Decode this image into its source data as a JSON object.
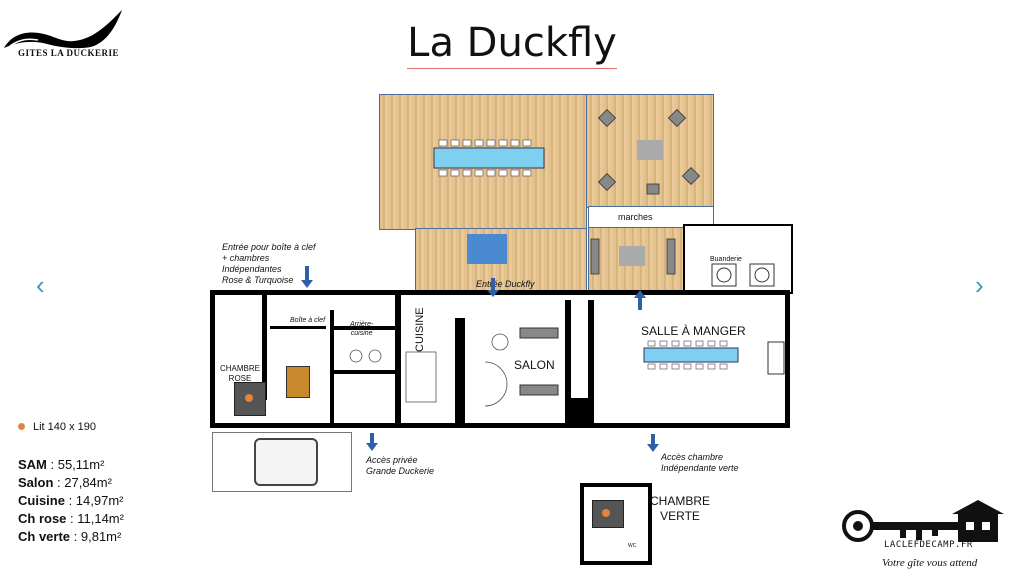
{
  "logo": {
    "text": "GITES LA DUCKERIE",
    "icon": "duck-logo-icon"
  },
  "title": "La Duckfly",
  "nav": {
    "prev": "‹",
    "next": "›"
  },
  "labels": {
    "entree_clef": "Entrée pour boîte à clef\n+ chambres\nIndépendantes\nRose & Turquoise",
    "entree_duckfly": "Entrée Duckfly",
    "boite_clef": "Boîte à clef",
    "arriere_cuisine": "Arrière-\ncuisine",
    "marches": "marches",
    "buanderie": "Buanderie",
    "chambre_rose": "CHAMBRE\nROSE",
    "cuisine": "CUISINE",
    "salon": "SALON",
    "salle_a_manger": "SALLE À MANGER",
    "acces_privee": "Accès privée\nGrande Duckerie",
    "acces_chambre": "Accès chambre\nIndépendante verte",
    "chambre_verte": "CHAMBRE\nVERTE",
    "wc": "WC"
  },
  "legend": {
    "text": "Lit 140 x 190",
    "color": "#e8823a"
  },
  "areas": [
    {
      "label": "SAM",
      "value": " : 55,11m²"
    },
    {
      "label": "Salon",
      "value": " : 27,84m²"
    },
    {
      "label": "Cuisine",
      "value": " : 14,97m²"
    },
    {
      "label": "Ch rose",
      "value": " : 11,14m²"
    },
    {
      "label": "Ch verte",
      "value": " : 9,81m²"
    }
  ],
  "brand": {
    "name": "LACLEFDECAMP.FR",
    "slogan": "Votre gîte vous attend",
    "icon": "key-house-logo-icon"
  },
  "colors": {
    "arrow": "#2f5fa8",
    "wood": "#dcb883",
    "table": "#7fd0f0",
    "wall": "#000000",
    "bed_dot": "#e8823a"
  }
}
